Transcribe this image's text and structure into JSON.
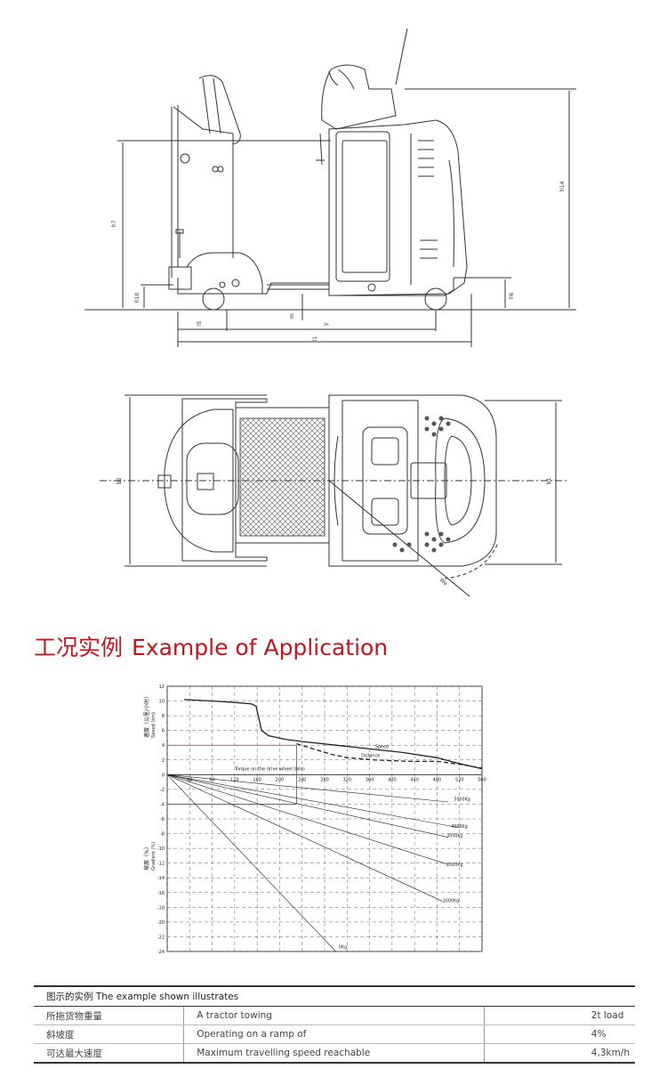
{
  "dimension_labels": {
    "h7": "h7",
    "h10": "h10",
    "h14": "h14",
    "h6": "h6",
    "l5": "l5",
    "m": "m",
    "y": "y",
    "l1": "l1",
    "b2": "b2",
    "b1": "b1",
    "wa": "Wa"
  },
  "section_title": {
    "cn": "工况实例",
    "en": "Example of Application"
  },
  "chart_data": {
    "type": "line",
    "xlabel": "Torque on the drive wheel (Nm)",
    "ylabel_top_cn": "速度（公里/小时）",
    "ylabel_top_en": "Speed (km)",
    "ylabel_bottom_cn": "坡度（%）",
    "ylabel_bottom_en": "Gradient (%)",
    "x_ticks": [
      0,
      40,
      80,
      120,
      160,
      200,
      240,
      280,
      320,
      360,
      400,
      440,
      480,
      520,
      560
    ],
    "y_ticks": [
      12,
      10,
      8,
      6,
      4,
      2,
      0,
      -2,
      -4,
      -6,
      -8,
      -10,
      -12,
      -14,
      -16,
      -18,
      -20,
      -22,
      -24
    ],
    "xlim": [
      0,
      560
    ],
    "ylim": [
      -24,
      12
    ],
    "grid": true,
    "series": [
      {
        "name": "Speed",
        "style": "solid",
        "points": [
          [
            30,
            10.2
          ],
          [
            80,
            10
          ],
          [
            120,
            9.8
          ],
          [
            150,
            9.6
          ],
          [
            158,
            9.3
          ],
          [
            162,
            8
          ],
          [
            168,
            6
          ],
          [
            180,
            5.3
          ],
          [
            210,
            4.8
          ],
          [
            240,
            4.5
          ],
          [
            300,
            4
          ],
          [
            360,
            3.5
          ],
          [
            420,
            3
          ],
          [
            480,
            2.3
          ],
          [
            520,
            1.5
          ],
          [
            560,
            0.8
          ]
        ]
      },
      {
        "name": "Distance",
        "style": "dashed",
        "points": [
          [
            230,
            4.2
          ],
          [
            260,
            3.5
          ],
          [
            290,
            2.8
          ],
          [
            320,
            2.3
          ],
          [
            370,
            2
          ],
          [
            430,
            1.8
          ],
          [
            480,
            1.8
          ],
          [
            520,
            1.4
          ],
          [
            560,
            0.9
          ]
        ]
      },
      {
        "name": "5000Kg",
        "style": "solid",
        "points": [
          [
            0,
            0
          ],
          [
            500,
            -3.7
          ]
        ]
      },
      {
        "name": "4000Kg",
        "style": "solid",
        "points": [
          [
            0,
            0
          ],
          [
            520,
            -7.2
          ]
        ]
      },
      {
        "name": "3000Kg",
        "style": "solid",
        "points": [
          [
            0,
            0
          ],
          [
            500,
            -8.5
          ]
        ]
      },
      {
        "name": "2000Kg",
        "style": "solid",
        "points": [
          [
            0,
            0
          ],
          [
            500,
            -12.2
          ]
        ]
      },
      {
        "name": "1000Kg",
        "style": "solid",
        "points": [
          [
            0,
            0
          ],
          [
            490,
            -17.2
          ]
        ]
      },
      {
        "name": "0Kg",
        "style": "solid",
        "points": [
          [
            0,
            0
          ],
          [
            300,
            -24
          ]
        ]
      }
    ],
    "series_labels": [
      {
        "text": "Speed",
        "x": 370,
        "y": 3.6
      },
      {
        "text": "Distance",
        "x": 345,
        "y": 2.4
      },
      {
        "text": "5000Kg",
        "x": 510,
        "y": -3.5
      },
      {
        "text": "4000Kg",
        "x": 505,
        "y": -7.2
      },
      {
        "text": "3000Kg",
        "x": 497,
        "y": -8.5
      },
      {
        "text": "2000Kg",
        "x": 497,
        "y": -12.4
      },
      {
        "text": "1000Kg",
        "x": 490,
        "y": -17.3
      },
      {
        "text": "0Kg",
        "x": 305,
        "y": -23.6
      }
    ],
    "example_lines": [
      {
        "type": "h",
        "y": 4,
        "x_to": 230
      },
      {
        "type": "v",
        "x": 230,
        "y_from": 4,
        "y_to": -4
      },
      {
        "type": "h",
        "y": -4,
        "x_to": 230
      }
    ],
    "example_color": "#cc2222"
  },
  "table": {
    "caption": "图示的实例  The example shown illustrates",
    "rows": [
      {
        "cn": "所拖货物重量",
        "en": "A tractor towing",
        "value": "2t load"
      },
      {
        "cn": "斜坡度",
        "en": "Operating on a ramp of",
        "value": "4%"
      },
      {
        "cn": "可达最大速度",
        "en": "Maximum travelling speed reachable",
        "value": "4,3km/h"
      }
    ]
  }
}
